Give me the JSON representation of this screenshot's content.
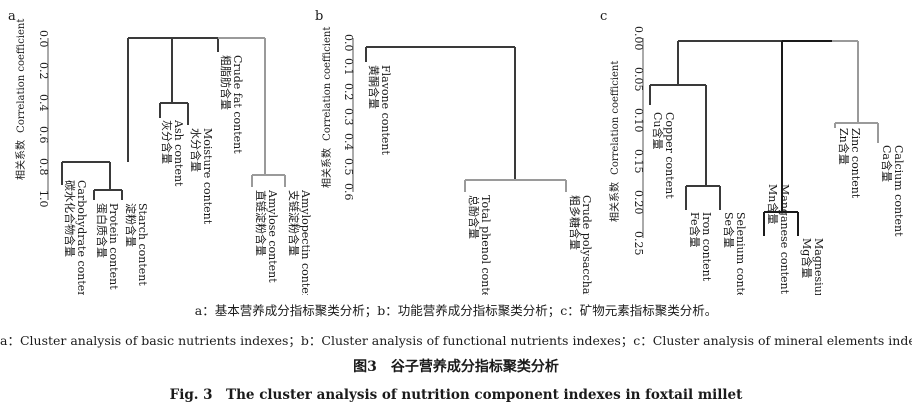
{
  "panels": [
    {
      "letter": "a",
      "axis_label_cn": "相关系数",
      "axis_label_en": "Correlation coefficient",
      "ticks": [
        "0.0",
        "0.2",
        "0.4",
        "0.6",
        "0.8",
        "1.0"
      ],
      "leaves": [
        {
          "cn": "碳水化合物含量",
          "en": "Carbohydrate content"
        },
        {
          "cn": "蛋白质含量",
          "en": "Protein content"
        },
        {
          "cn": "淀粉含量",
          "en": "Starch content"
        },
        {
          "cn": "灰分含量",
          "en": "Ash content"
        },
        {
          "cn": "水分含量",
          "en": "Moisture content"
        },
        {
          "cn": "粗脂肪含量",
          "en": "Crude fat content"
        },
        {
          "cn": "直链淀粉含量",
          "en": "Amylose content"
        },
        {
          "cn": "支链淀粉含量",
          "en": "Amylopectin content"
        }
      ]
    },
    {
      "letter": "b",
      "axis_label_cn": "相关系数",
      "axis_label_en": "Correlation coefficient",
      "ticks": [
        "0.0",
        "0.1",
        "0.2",
        "0.3",
        "0.4",
        "0.5",
        "0.6"
      ],
      "leaves": [
        {
          "cn": "黄酮含量",
          "en": "Flavone content"
        },
        {
          "cn": "总酚含量",
          "en": "Total phenol content"
        },
        {
          "cn": "粗多糖含量",
          "en": "Crude polysaccharide content"
        }
      ]
    },
    {
      "letter": "c",
      "axis_label_cn": "相关系数",
      "axis_label_en": "Correlation coefficient",
      "ticks": [
        "0.00",
        "0.05",
        "0.10",
        "0.15",
        "0.20",
        "0.25"
      ],
      "leaves": [
        {
          "cn": "Cu含量",
          "en": "Copper content"
        },
        {
          "cn": "Fe含量",
          "en": "Iron content"
        },
        {
          "cn": "Se含量",
          "en": "Selenium content"
        },
        {
          "cn": "Mn含量",
          "en": "Manganese content"
        },
        {
          "cn": "Mg含量",
          "en": "Magnesium content"
        },
        {
          "cn": "Zn含量",
          "en": "Zinc content"
        },
        {
          "cn": "Ca含量",
          "en": "Calcium content"
        }
      ]
    }
  ],
  "captions": {
    "panels_cn": "a：基本营养成分指标聚类分析；b：功能营养成分指标聚类分析；c：矿物元素指标聚类分析。",
    "panels_en": "a：Cluster analysis of basic nutrients indexes；b：Cluster analysis of functional nutrients indexes；c：Cluster analysis of mineral elements indexes.",
    "figure_cn": "图3　谷子营养成分指标聚类分析",
    "figure_en": "Fig. 3　The cluster analysis of nutrition component indexes in foxtail millet"
  },
  "colors": {
    "dark": "#3a3a3a",
    "light": "#9a9a9a",
    "text": "#1a1a1a"
  }
}
